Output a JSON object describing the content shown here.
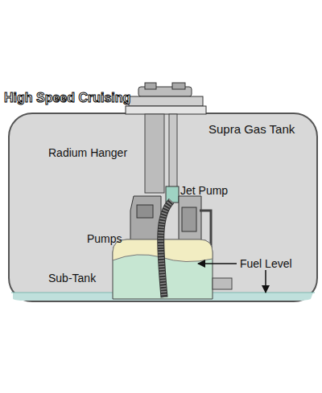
{
  "diagram": {
    "title": "High Speed Cruising",
    "nodes": [
      {
        "text": [
          "Supra Gas Tank"
        ]
      }
    ],
    "labels": [
      "Radium Hanger",
      "Jet Pump",
      "Pumps",
      "Sub-Tank",
      "Fuel Level"
    ]
  }
}
